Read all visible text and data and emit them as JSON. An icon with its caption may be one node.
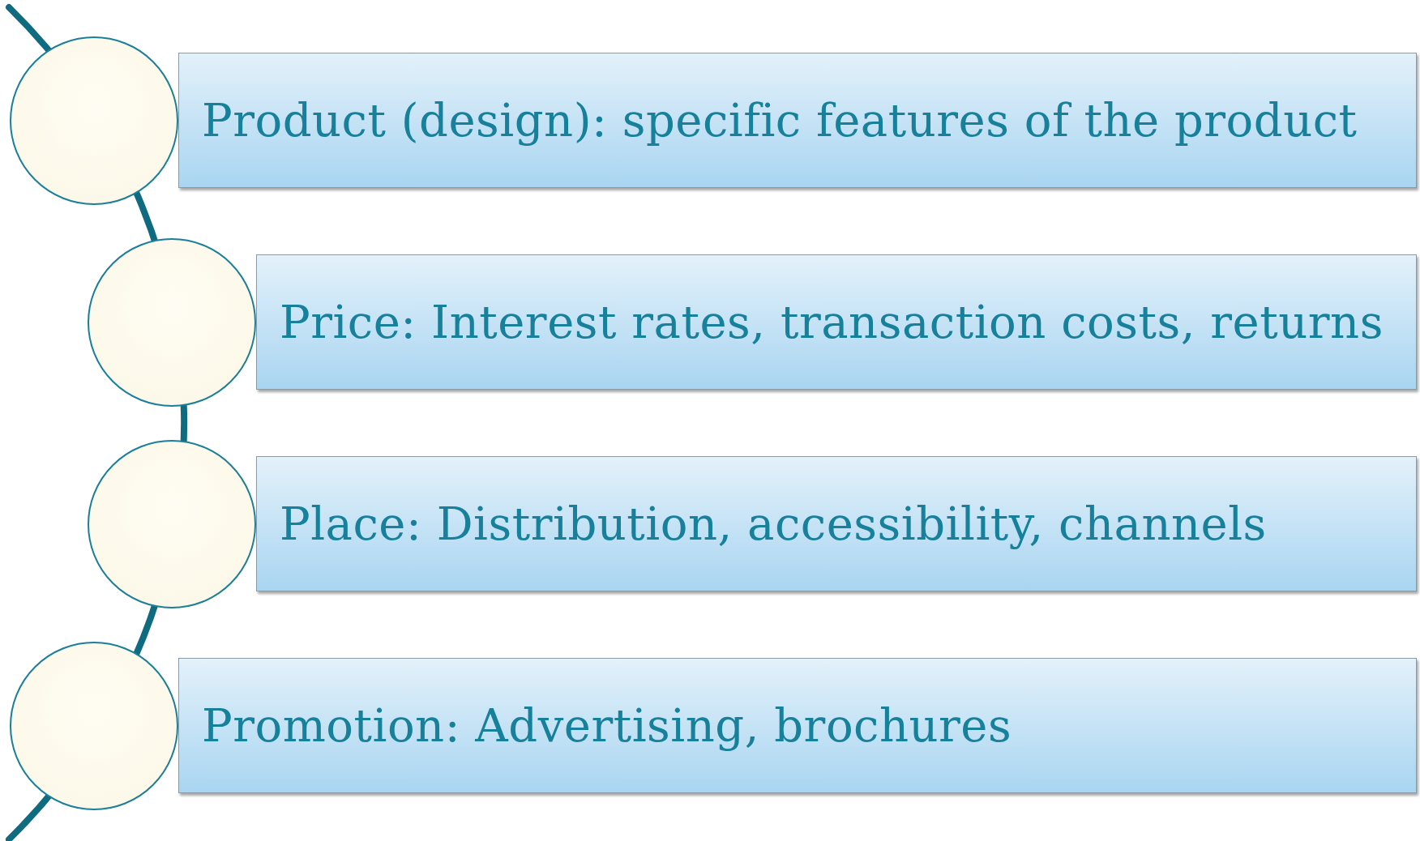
{
  "diagram": {
    "nodes": [
      {
        "text": [],
        "shape": "circle"
      },
      {
        "text": [
          "Product (design): specific features of the product"
        ]
      },
      {
        "text": [],
        "shape": "circle"
      },
      {
        "text": [
          "Price: Interest rates, transaction costs, returns"
        ]
      },
      {
        "text": [],
        "shape": "circle"
      },
      {
        "text": [
          "Place: Distribution, accessibility, channels"
        ]
      },
      {
        "text": [],
        "shape": "circle"
      },
      {
        "text": [
          "Promotion: Advertising, brochures"
        ]
      }
    ]
  }
}
